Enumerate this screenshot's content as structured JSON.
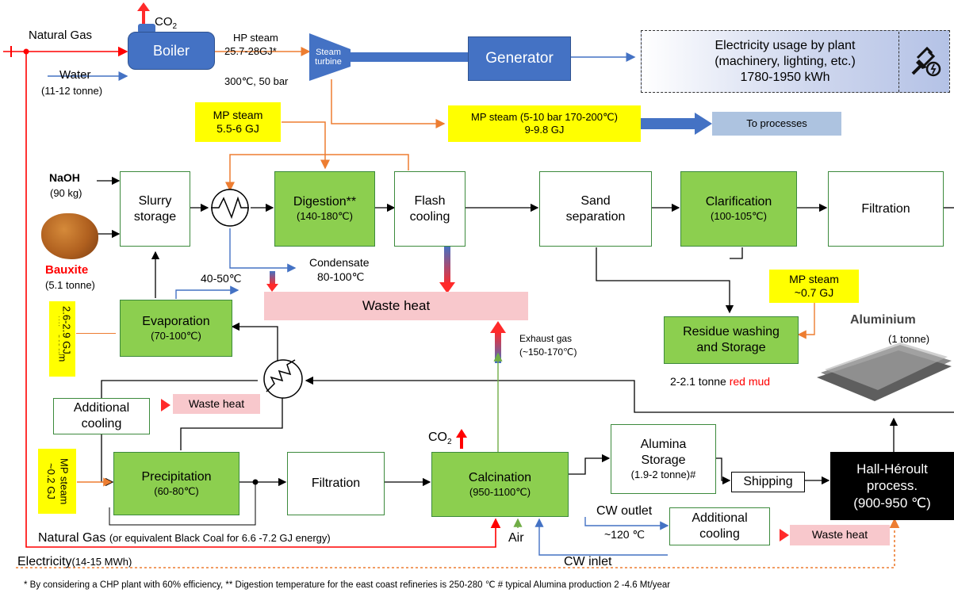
{
  "boiler": {
    "label": "Boiler",
    "co2": "CO",
    "co2_sub": "2"
  },
  "inputs": {
    "natural_gas": "Natural Gas",
    "water": "Water",
    "water_qty": "(11-12 tonne)",
    "naoh": "NaOH",
    "naoh_qty": "(90 kg)",
    "bauxite": "Bauxite",
    "bauxite_qty": "(5.1 tonne)"
  },
  "hp_steam": {
    "line1": "HP steam",
    "line2": "25.7-28GJ*",
    "cond": "300℃, 50 bar"
  },
  "turbine": {
    "label": "Steam turbine"
  },
  "generator": {
    "label": "Generator"
  },
  "electricity_usage": {
    "line1": "Electricity usage by plant",
    "line2": "(machinery, lighting, etc.)",
    "line3": "1780-1950 kWh"
  },
  "mp_steam_top": {
    "line1": "MP steam (5-10 bar 170-200℃)",
    "line2": "9-9.8 GJ"
  },
  "to_processes": "To processes",
  "mp_steam_digestion": {
    "line1": "MP steam",
    "line2": "5.5-6 GJ"
  },
  "process": {
    "slurry": {
      "line1": "Slurry",
      "line2": "storage"
    },
    "digestion": {
      "line1": "Digestion**",
      "line2": "(140-180℃)"
    },
    "flash": {
      "line1": "Flash",
      "line2": "cooling"
    },
    "sand": {
      "line1": "Sand",
      "line2": "separation"
    },
    "clarification": {
      "line1": "Clarification",
      "line2": "(100-105℃)"
    },
    "filtration_top": "Filtration",
    "evaporation": {
      "line1": "Evaporation",
      "line2": "(70-100℃)"
    },
    "residue": {
      "line1": "Residue washing",
      "line2": "and Storage"
    },
    "additional_cooling_left": {
      "line1": "Additional",
      "line2": "cooling"
    },
    "precipitation": {
      "line1": "Precipitation",
      "line2": "(60-80℃)"
    },
    "filtration_bottom": "Filtration",
    "calcination": {
      "line1": "Calcination",
      "line2": "(950-1100℃)"
    },
    "alumina_storage": {
      "line1": "Alumina",
      "line2": "Storage",
      "line3": "(1.9-2 tonne)#"
    },
    "shipping": "Shipping",
    "hall_heroult": {
      "line1": "Hall-Héroult",
      "line2": "process.",
      "line3": "(900-950 ℃)"
    },
    "additional_cooling_right": {
      "line1": "Additional",
      "line2": "cooling"
    }
  },
  "condensate": {
    "line1": "Condensate",
    "line2": "80-100℃"
  },
  "temp_40_50": "40-50℃",
  "waste_heat_main": "Waste heat",
  "waste_heat_left": "Waste heat",
  "waste_heat_right": "Waste heat",
  "exhaust_gas": {
    "line1": "Exhaust gas",
    "line2": "(~150-170℃)"
  },
  "mp_steam_evap": {
    "line1": "MP steam",
    "line2": "2.6-2.9 GJ"
  },
  "mp_steam_precip": {
    "line1": "MP steam",
    "line2": "~0.2 GJ"
  },
  "mp_steam_residue": {
    "line1": "MP steam",
    "line2": "~0.7 GJ"
  },
  "aluminium": {
    "label": "Aluminium",
    "qty": "(1 tonne)"
  },
  "red_mud": {
    "qty": "2-2.1 tonne",
    "label": "red mud"
  },
  "calcination_co2": {
    "co2": "CO",
    "sub": "2"
  },
  "air": "Air",
  "cw_outlet": "CW outlet",
  "cw_temp": "~120 ℃",
  "cw_inlet": "CW inlet",
  "natural_gas_bottom": {
    "main": "Natural Gas",
    "rest": "(or equivalent Black Coal for 6.6 -7.2 GJ energy)"
  },
  "electricity_bottom": {
    "main": "Electricity",
    "rest": "(14-15 MWh)"
  },
  "footnote": "* By considering a CHP plant with 60% efficiency, ** Digestion temperature for the east coast refineries is 250-280 ℃ # typical Alumina production 2 -4.6 Mt/year",
  "colors": {
    "green": "#8ccf4f",
    "blue": "#4472c4",
    "yellow": "#ffff00",
    "red": "#ff0000",
    "orange": "#ed7d31",
    "pink": "#f8c8cc"
  }
}
